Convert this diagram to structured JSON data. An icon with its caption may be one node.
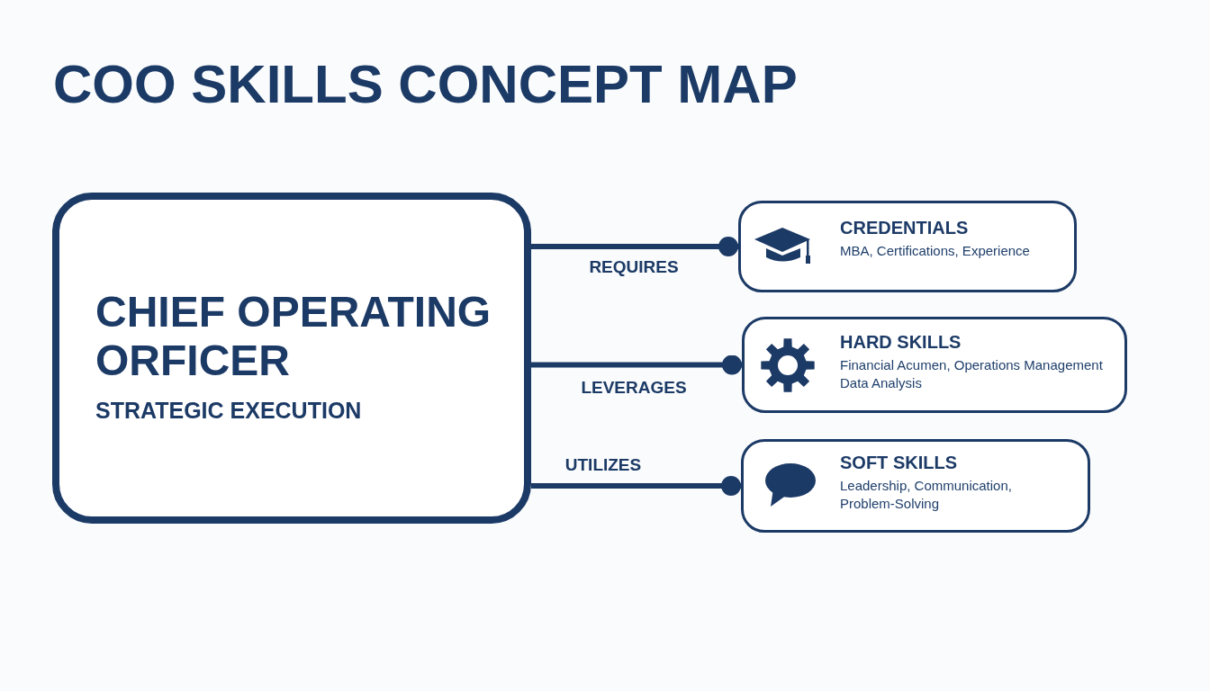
{
  "diagram": {
    "title": "COO SKILLS CONCEPT MAP",
    "nodes": [
      {
        "text": [
          "CHIEF OPERATING ORFICER",
          "STRATEGIC EXECUTION"
        ]
      },
      {
        "text": [
          "CREDENTIALS",
          "MBA, Certifications, Experience"
        ]
      },
      {
        "text": [
          "HARD SKILLS",
          "Financial Acumen, Operations Management Data Analysis"
        ]
      },
      {
        "text": [
          "SOFT SKILLS",
          "Leadership, Communication, Problem-Solving"
        ]
      }
    ],
    "edges": [
      {
        "from": 0,
        "to": 1,
        "arrow": "other",
        "label": "REQUIRES"
      },
      {
        "from": 0,
        "to": 2,
        "arrow": "other",
        "label": "LEVERAGES"
      },
      {
        "from": 0,
        "to": 3,
        "arrow": "other",
        "label": "UTILIZES"
      }
    ]
  }
}
